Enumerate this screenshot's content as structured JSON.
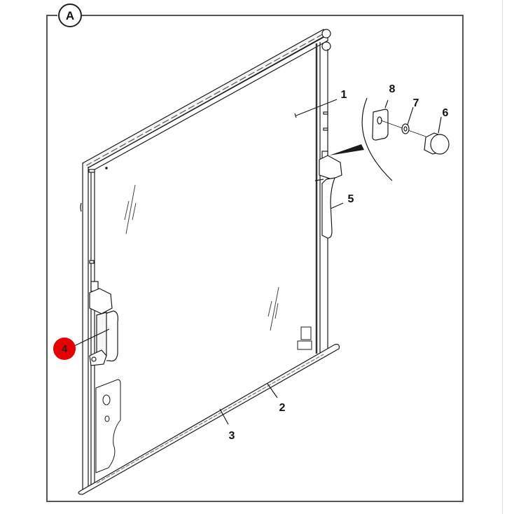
{
  "diagram": {
    "view_label": "A",
    "callouts": [
      {
        "id": "1",
        "label": "1",
        "part": "glass-panel"
      },
      {
        "id": "2",
        "label": "2",
        "part": "bottom-seal"
      },
      {
        "id": "3",
        "label": "3",
        "part": "bottom-strip"
      },
      {
        "id": "4",
        "label": "4",
        "part": "handle",
        "highlighted": true
      },
      {
        "id": "5",
        "label": "5",
        "part": "latch"
      },
      {
        "id": "6",
        "label": "6",
        "part": "cap-nut"
      },
      {
        "id": "7",
        "label": "7",
        "part": "washer"
      },
      {
        "id": "8",
        "label": "8",
        "part": "plate"
      }
    ],
    "colors": {
      "line": "#1a1a1a",
      "frame_border": "#555555",
      "highlight": "#e60000",
      "background": "#ffffff"
    }
  }
}
